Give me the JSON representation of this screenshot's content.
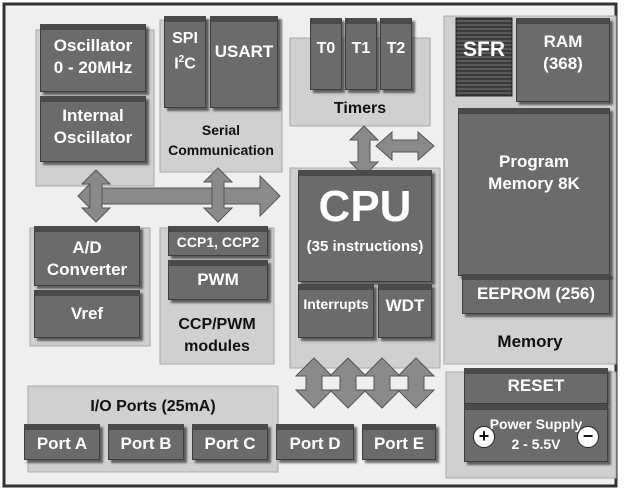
{
  "blocks": {
    "oscillator": "Oscillator",
    "oscillator_freq": "0 - 20MHz",
    "internal_osc_1": "Internal",
    "internal_osc_2": "Oscillator",
    "spi": "SPI",
    "i2c_main": "I",
    "i2c_sup": "2",
    "i2c_tail": "C",
    "usart": "USART",
    "serial_1": "Serial",
    "serial_2": "Communication",
    "t0": "T0",
    "t1": "T1",
    "t2": "T2",
    "timers": "Timers",
    "sfr": "SFR",
    "ram": "RAM",
    "ram_size": "(368)",
    "program_memory_1": "Program",
    "program_memory_2": "Memory 8K",
    "eeprom": "EEPROM (256)",
    "memory": "Memory",
    "ad_1": "A/D",
    "ad_2": "Converter",
    "vref": "Vref",
    "ccp": "CCP1, CCP2",
    "pwm": "PWM",
    "ccp_pwm_1": "CCP/PWM",
    "ccp_pwm_2": "modules",
    "cpu": "CPU",
    "cpu_instr": "(35 instructions)",
    "interrupts": "Interrupts",
    "wdt": "WDT",
    "reset": "RESET",
    "power_1": "Power Supply",
    "power_2": "2 - 5.5V",
    "plus": "+",
    "minus": "−",
    "io_ports": "I/O Ports (25mA)",
    "port_a": "Port A",
    "port_b": "Port B",
    "port_c": "Port C",
    "port_d": "Port D",
    "port_e": "Port E"
  }
}
